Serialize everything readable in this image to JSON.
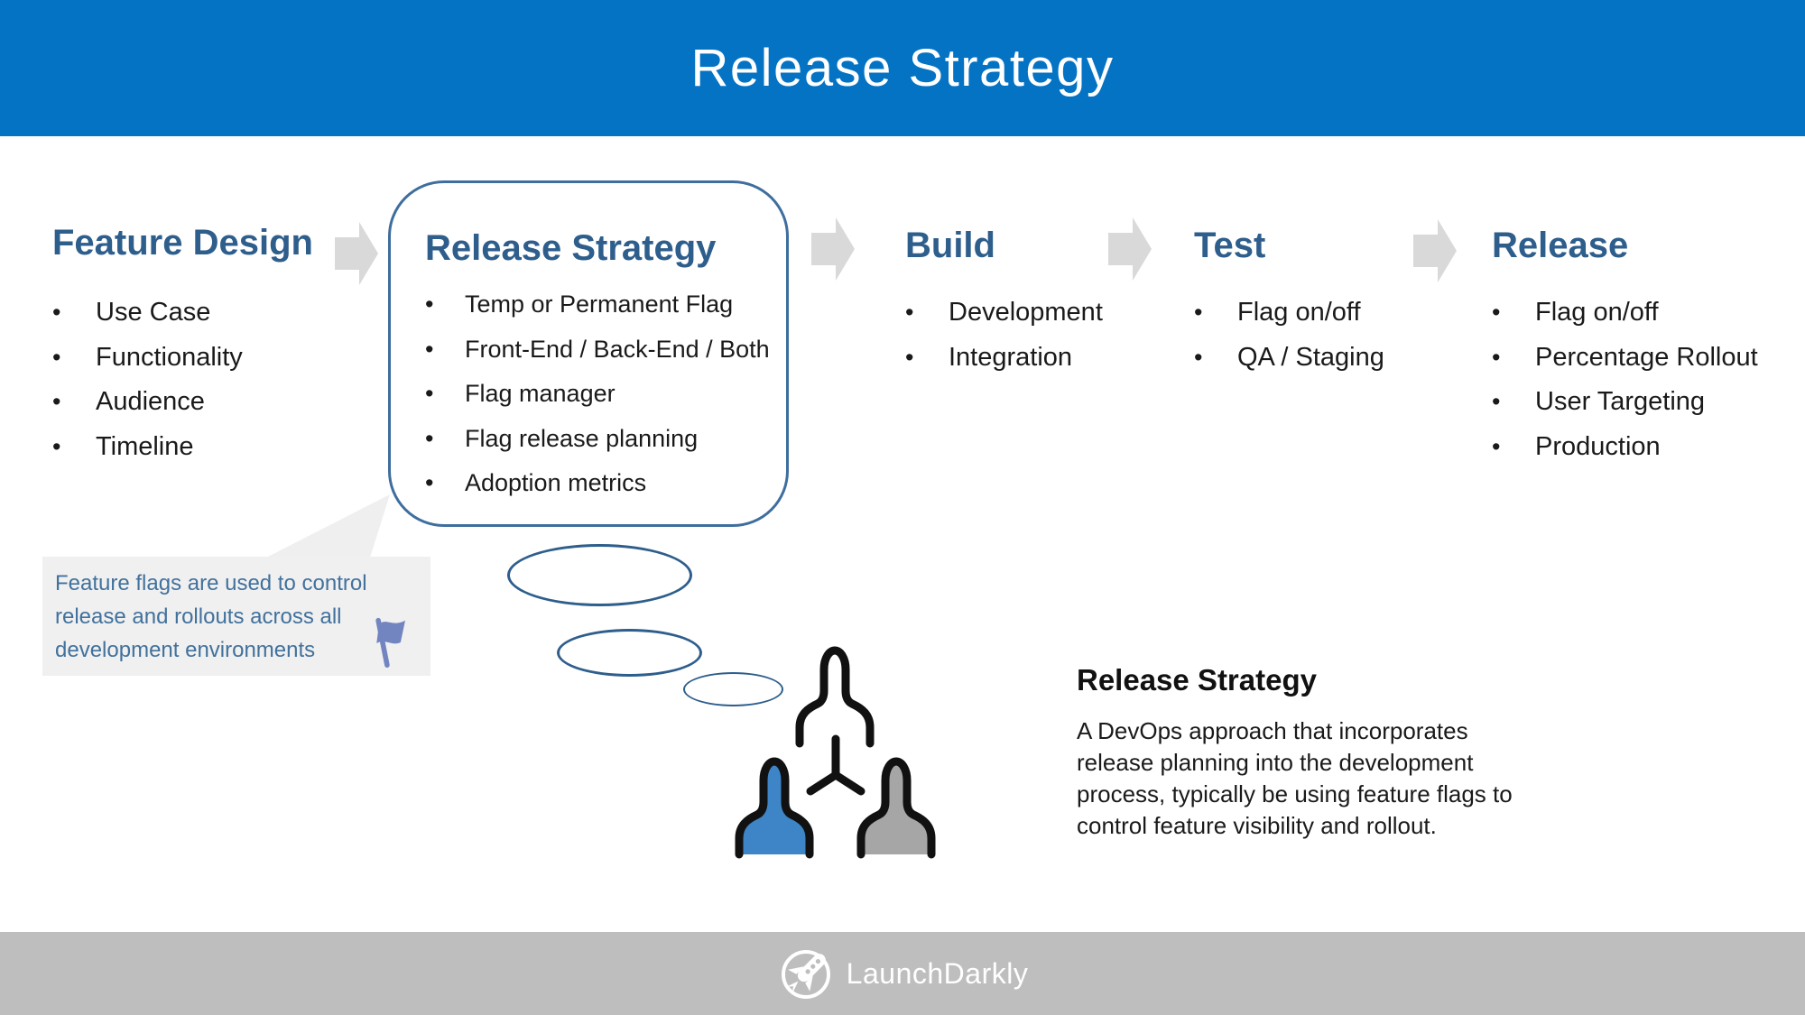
{
  "slide": {
    "title": "Release Strategy"
  },
  "stages": [
    {
      "label": "Feature Design",
      "items": [
        "Use Case",
        "Functionality",
        "Audience",
        "Timeline"
      ],
      "highlighted": false
    },
    {
      "label": "Release Strategy",
      "items": [
        "Temp or Permanent Flag",
        "Front-End / Back-End / Both",
        "Flag manager",
        "Flag release planning",
        "Adoption metrics"
      ],
      "highlighted": true
    },
    {
      "label": "Build",
      "items": [
        "Development",
        "Integration"
      ],
      "highlighted": false
    },
    {
      "label": "Test",
      "items": [
        "Flag on/off",
        "QA / Staging"
      ],
      "highlighted": false
    },
    {
      "label": "Release",
      "items": [
        "Flag on/off",
        "Percentage Rollout",
        "User Targeting",
        "Production"
      ],
      "highlighted": false
    }
  ],
  "callout": {
    "text": "Feature flags are used to control\nrelease and rollouts across all\ndevelopment environments",
    "icon": "flag-icon"
  },
  "definition": {
    "heading": "Release Strategy",
    "body": "A DevOps approach that incorporates\nrelease planning into the development\nprocess, typically be using feature flags to\ncontrol feature visibility and rollout."
  },
  "footer": {
    "brand": "LaunchDarkly",
    "icon": "rocket-icon"
  },
  "icons": {
    "flow_arrow": "arrow-right",
    "team": "three-people",
    "thought_bubbles": 3
  },
  "colors": {
    "banner_blue": "#0573C4",
    "heading_blue": "#2E5E8C",
    "box_border_blue": "#3F6E9E",
    "body_text": "#1A1A1A",
    "callout_bg": "#F0F0F0",
    "callout_text": "#41719C",
    "flag_icon": "#7285C1",
    "arrow_gray": "#D9D9D9",
    "person_blue": "#3D85C6",
    "person_gray": "#A6A6A6",
    "footer_gray": "#BEBEBE",
    "bubble_outline": "#2E5E8C"
  }
}
